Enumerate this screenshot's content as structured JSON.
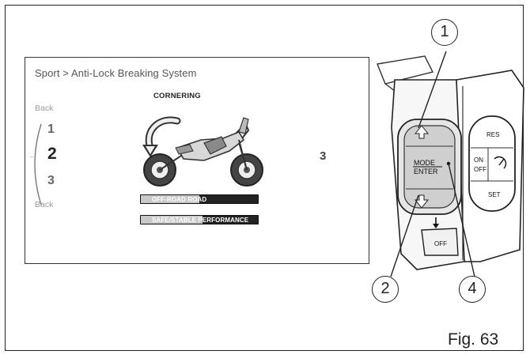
{
  "display": {
    "title": "Sport > Anti-Lock Breaking System",
    "nav": {
      "back_top": "Back",
      "back_bottom": "Back",
      "prev": "1",
      "current": "2",
      "next": "3",
      "dots": "..."
    },
    "illustration_label": "CORNERING",
    "level": "3",
    "bars": [
      {
        "label": "OFF-ROAD ROAD",
        "fill": 0.5
      },
      {
        "label": "SAFE/STABLE PERFORMANCE",
        "fill": 0.53
      }
    ]
  },
  "switchgear": {
    "mode_label": "MODE",
    "enter_label": "ENTER",
    "on_label": "ON",
    "off_label": "OFF",
    "res_label": "RES",
    "set_label": "SET",
    "key_off_label": "OFF"
  },
  "callouts": [
    "1",
    "2",
    "4"
  ],
  "caption": "Fig. 63"
}
